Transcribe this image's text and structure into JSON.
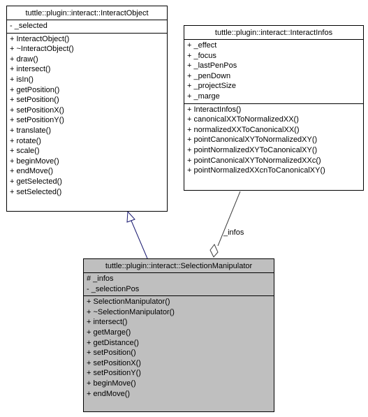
{
  "classes": {
    "interact_object": {
      "name": "tuttle::plugin::interact::InteractObject",
      "attributes": [
        "- _selected"
      ],
      "methods": [
        "+ InteractObject()",
        "+ ~InteractObject()",
        "+ draw()",
        "+ intersect()",
        "+ isIn()",
        "+ getPosition()",
        "+ setPosition()",
        "+ setPositionX()",
        "+ setPositionY()",
        "+ translate()",
        "+ rotate()",
        "+ scale()",
        "+ beginMove()",
        "+ endMove()",
        "+ getSelected()",
        "+ setSelected()"
      ]
    },
    "interact_infos": {
      "name": "tuttle::plugin::interact::InteractInfos",
      "attributes": [
        "+ _effect",
        "+ _focus",
        "+ _lastPenPos",
        "+ _penDown",
        "+ _projectSize",
        "+ _marge"
      ],
      "methods": [
        "+ InteractInfos()",
        "+ canonicalXXToNormalizedXX()",
        "+ normalizedXXToCanonicalXX()",
        "+ pointCanonicalXYToNormalizedXY()",
        "+ pointNormalizedXYToCanonicalXY()",
        "+ pointCanonicalXYToNormalizedXXc()",
        "+ pointNormalizedXXcnToCanonicalXY()"
      ]
    },
    "selection_manipulator": {
      "name": "tuttle::plugin::interact::SelectionManipulator",
      "attributes": [
        "# _infos",
        "- _selectionPos"
      ],
      "methods": [
        "+ SelectionManipulator()",
        "+ ~SelectionManipulator()",
        "+ intersect()",
        "+ getMarge()",
        "+ getDistance()",
        "+ setPosition()",
        "+ setPositionX()",
        "+ setPositionY()",
        "+ beginMove()",
        "+ endMove()"
      ]
    }
  },
  "edges": {
    "aggregation_label": "_infos"
  },
  "colors": {
    "inheritance_edge": "#191970",
    "aggregation_edge": "#404040",
    "highlight_fill": "#bfbfbf"
  }
}
